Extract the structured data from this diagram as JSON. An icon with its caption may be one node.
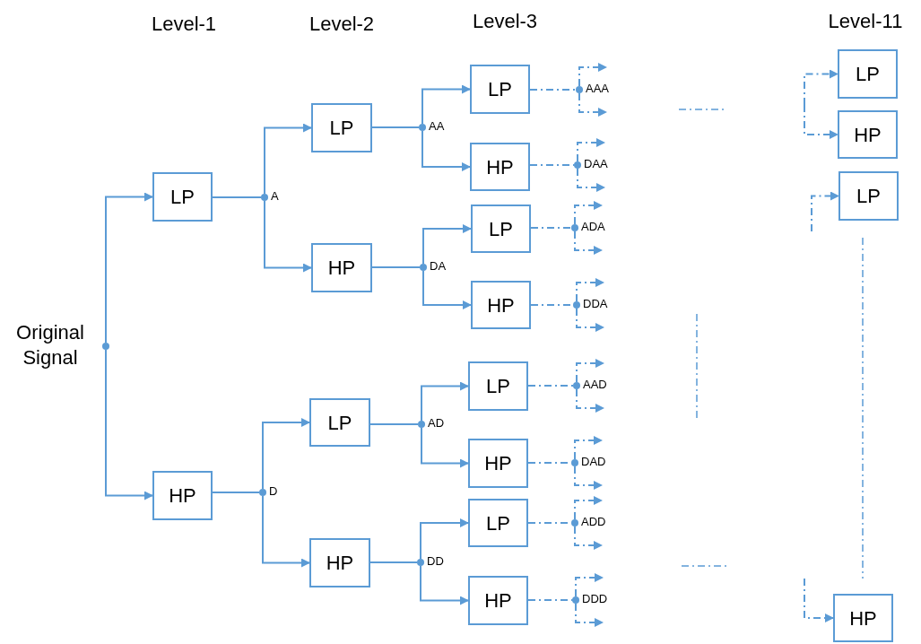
{
  "diagram": {
    "nodes": [
      {
        "text": [],
        "shape": "circle",
        "beside": [
          "Original Signal"
        ]
      },
      {
        "text": [
          "LP"
        ]
      },
      {
        "text": [
          "HP"
        ]
      },
      {
        "text": [],
        "shape": "circle",
        "beside": [
          "A"
        ]
      },
      {
        "text": [],
        "shape": "circle",
        "beside": [
          "D"
        ]
      },
      {
        "text": [
          "LP"
        ]
      },
      {
        "text": [
          "HP"
        ]
      },
      {
        "text": [
          "LP"
        ]
      },
      {
        "text": [
          "HP"
        ]
      },
      {
        "text": [],
        "shape": "circle",
        "beside": [
          "AA"
        ]
      },
      {
        "text": [],
        "shape": "circle",
        "beside": [
          "DA"
        ]
      },
      {
        "text": [],
        "shape": "circle",
        "beside": [
          "AD"
        ]
      },
      {
        "text": [],
        "shape": "circle",
        "beside": [
          "DD"
        ]
      },
      {
        "text": [
          "LP"
        ]
      },
      {
        "text": [
          "HP"
        ]
      },
      {
        "text": [
          "LP"
        ]
      },
      {
        "text": [
          "HP"
        ]
      },
      {
        "text": [
          "LP"
        ]
      },
      {
        "text": [
          "HP"
        ]
      },
      {
        "text": [
          "LP"
        ]
      },
      {
        "text": [
          "HP"
        ]
      },
      {
        "text": [],
        "shape": "circle",
        "beside": [
          "AAA"
        ]
      },
      {
        "text": [],
        "shape": "circle",
        "beside": [
          "DAA"
        ]
      },
      {
        "text": [],
        "shape": "circle",
        "beside": [
          "ADA"
        ]
      },
      {
        "text": [],
        "shape": "circle",
        "beside": [
          "DDA"
        ]
      },
      {
        "text": [],
        "shape": "circle",
        "beside": [
          "AAD"
        ]
      },
      {
        "text": [],
        "shape": "circle",
        "beside": [
          "DAD"
        ]
      },
      {
        "text": [],
        "shape": "circle",
        "beside": [
          "ADD"
        ]
      },
      {
        "text": [],
        "shape": "circle",
        "beside": [
          "DDD"
        ]
      },
      {
        "text": [
          "LP"
        ]
      },
      {
        "text": [
          "HP"
        ]
      },
      {
        "text": [
          "LP"
        ]
      },
      {
        "text": [
          "HP"
        ]
      }
    ],
    "edges": [
      {
        "from": 0,
        "to": 1,
        "arrow": "to"
      },
      {
        "from": 0,
        "to": 2,
        "arrow": "to"
      },
      {
        "from": 1,
        "to": 3,
        "arrow": "none"
      },
      {
        "from": 2,
        "to": 4,
        "arrow": "none"
      },
      {
        "from": 3,
        "to": 5,
        "arrow": "to"
      },
      {
        "from": 3,
        "to": 6,
        "arrow": "to"
      },
      {
        "from": 4,
        "to": 7,
        "arrow": "to"
      },
      {
        "from": 4,
        "to": 8,
        "arrow": "to"
      },
      {
        "from": 5,
        "to": 9,
        "arrow": "none"
      },
      {
        "from": 6,
        "to": 10,
        "arrow": "none"
      },
      {
        "from": 7,
        "to": 11,
        "arrow": "none"
      },
      {
        "from": 8,
        "to": 12,
        "arrow": "none"
      },
      {
        "from": 9,
        "to": 13,
        "arrow": "to"
      },
      {
        "from": 9,
        "to": 14,
        "arrow": "to"
      },
      {
        "from": 10,
        "to": 15,
        "arrow": "to"
      },
      {
        "from": 10,
        "to": 16,
        "arrow": "to"
      },
      {
        "from": 11,
        "to": 17,
        "arrow": "to"
      },
      {
        "from": 11,
        "to": 18,
        "arrow": "to"
      },
      {
        "from": 12,
        "to": 19,
        "arrow": "to"
      },
      {
        "from": 12,
        "to": 20,
        "arrow": "to"
      },
      {
        "from": 13,
        "to": 21,
        "arrow": "none",
        "style": "dashed"
      },
      {
        "from": 14,
        "to": 22,
        "arrow": "none",
        "style": "dashed"
      },
      {
        "from": 15,
        "to": 23,
        "arrow": "none",
        "style": "dashed"
      },
      {
        "from": 16,
        "to": 24,
        "arrow": "none",
        "style": "dashed"
      },
      {
        "from": 17,
        "to": 25,
        "arrow": "none",
        "style": "dashed"
      },
      {
        "from": 18,
        "to": 26,
        "arrow": "none",
        "style": "dashed"
      },
      {
        "from": 19,
        "to": 27,
        "arrow": "none",
        "style": "dashed"
      },
      {
        "from": 20,
        "to": 28,
        "arrow": "none",
        "style": "dashed"
      },
      {
        "from": 21,
        "to": null,
        "arrow": "to",
        "style": "dashed"
      },
      {
        "from": 21,
        "to": null,
        "arrow": "to",
        "style": "dashed"
      },
      {
        "from": 22,
        "to": null,
        "arrow": "to",
        "style": "dashed"
      },
      {
        "from": 22,
        "to": null,
        "arrow": "to",
        "style": "dashed"
      },
      {
        "from": 23,
        "to": null,
        "arrow": "to",
        "style": "dashed"
      },
      {
        "from": 23,
        "to": null,
        "arrow": "to",
        "style": "dashed"
      },
      {
        "from": 24,
        "to": null,
        "arrow": "to",
        "style": "dashed"
      },
      {
        "from": 24,
        "to": null,
        "arrow": "to",
        "style": "dashed"
      },
      {
        "from": 25,
        "to": null,
        "arrow": "to",
        "style": "dashed"
      },
      {
        "from": 25,
        "to": null,
        "arrow": "to",
        "style": "dashed"
      },
      {
        "from": 26,
        "to": null,
        "arrow": "to",
        "style": "dashed"
      },
      {
        "from": 26,
        "to": null,
        "arrow": "to",
        "style": "dashed"
      },
      {
        "from": 27,
        "to": null,
        "arrow": "to",
        "style": "dashed"
      },
      {
        "from": 27,
        "to": null,
        "arrow": "to",
        "style": "dashed"
      },
      {
        "from": 28,
        "to": null,
        "arrow": "to",
        "style": "dashed"
      },
      {
        "from": 28,
        "to": null,
        "arrow": "to",
        "style": "dashed"
      },
      {
        "from": null,
        "to": 29,
        "arrow": "to",
        "style": "dashed"
      },
      {
        "from": null,
        "to": 30,
        "arrow": "to",
        "style": "dashed"
      },
      {
        "from": null,
        "to": 31,
        "arrow": "to",
        "style": "dashed"
      },
      {
        "from": null,
        "to": 32,
        "arrow": "to",
        "style": "dashed"
      }
    ],
    "labels": [
      "Level-1",
      "Level-2",
      "Level-3",
      "Level-11"
    ]
  }
}
